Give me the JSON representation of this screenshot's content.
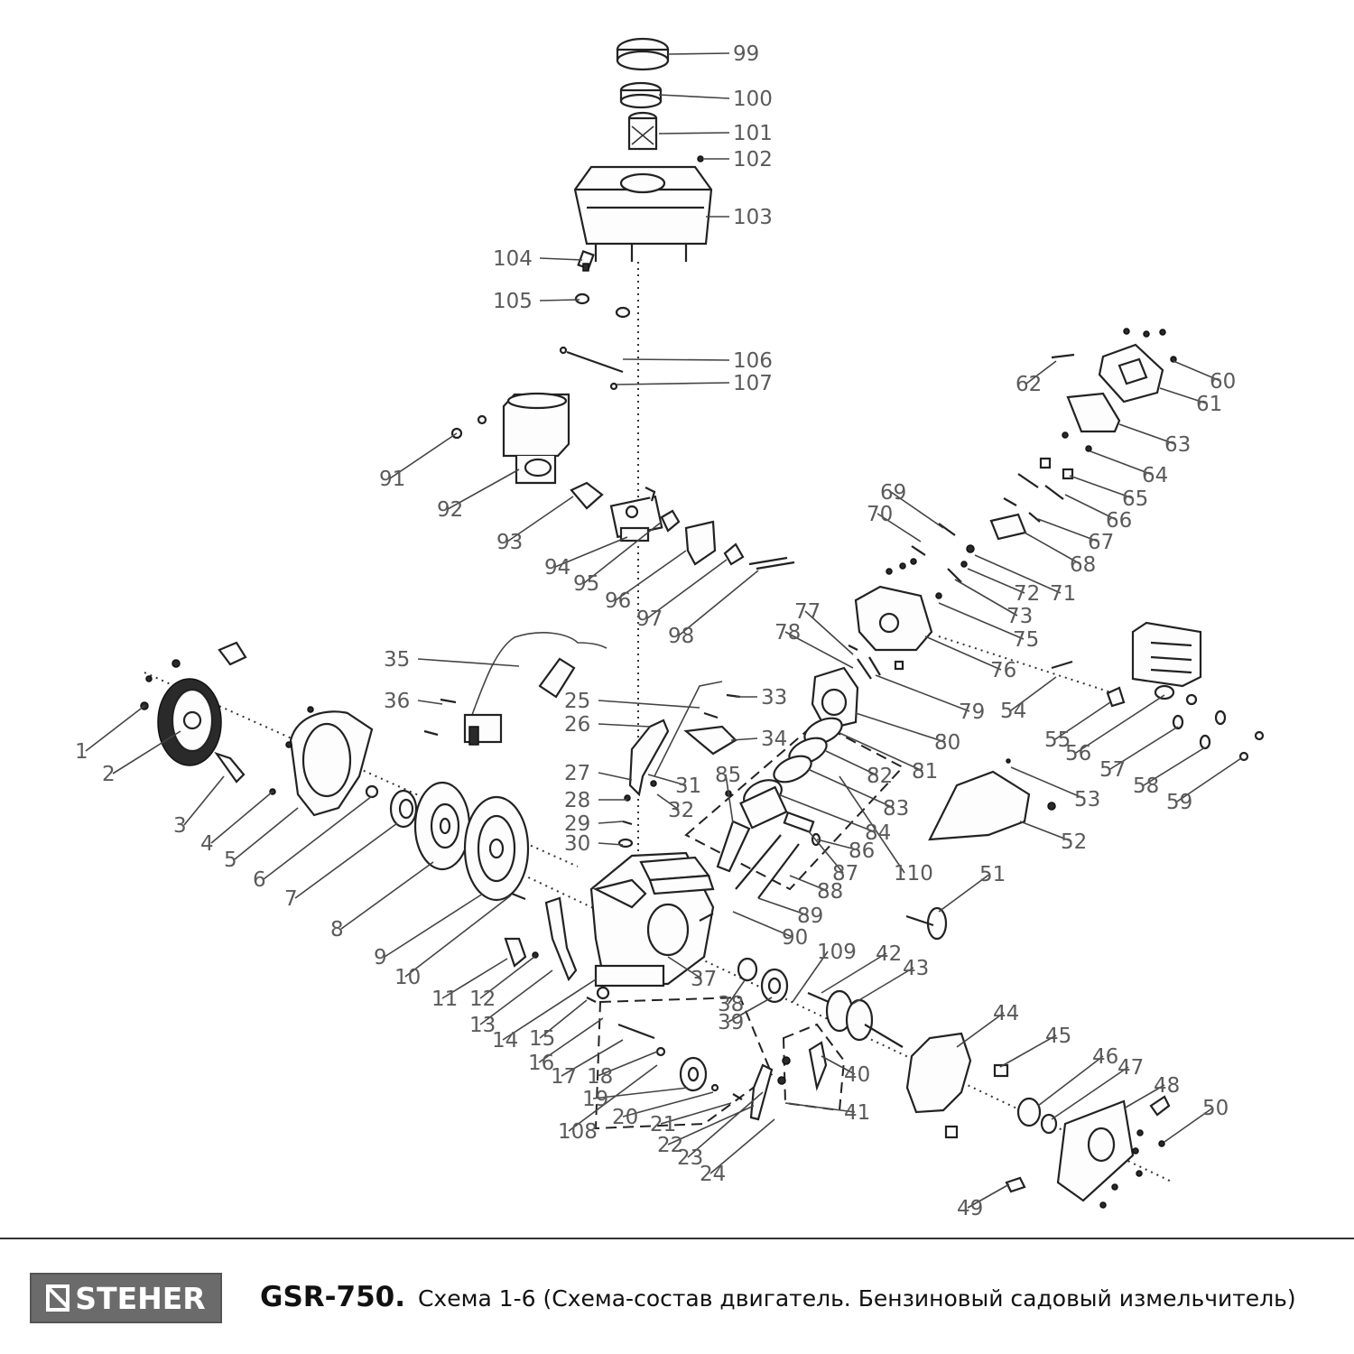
{
  "footer": {
    "brand": "STEHER",
    "model": "GSR-750.",
    "caption": "Схема 1-6 (Схема-состав двигатель. Бензиновый садовый измельчитель)"
  },
  "callouts": [
    "1",
    "2",
    "3",
    "4",
    "5",
    "6",
    "7",
    "8",
    "9",
    "10",
    "11",
    "12",
    "13",
    "14",
    "15",
    "16",
    "17",
    "18",
    "19",
    "20",
    "21",
    "22",
    "23",
    "24",
    "25",
    "26",
    "27",
    "28",
    "29",
    "30",
    "31",
    "32",
    "33",
    "34",
    "35",
    "36",
    "37",
    "38",
    "39",
    "40",
    "41",
    "42",
    "43",
    "44",
    "45",
    "46",
    "47",
    "48",
    "49",
    "50",
    "51",
    "52",
    "53",
    "54",
    "55",
    "56",
    "57",
    "58",
    "59",
    "60",
    "61",
    "62",
    "63",
    "64",
    "65",
    "66",
    "67",
    "68",
    "69",
    "70",
    "71",
    "72",
    "73",
    "75",
    "76",
    "77",
    "78",
    "79",
    "80",
    "81",
    "82",
    "83",
    "84",
    "85",
    "86",
    "87",
    "88",
    "89",
    "90",
    "91",
    "92",
    "93",
    "94",
    "95",
    "96",
    "97",
    "98",
    "99",
    "100",
    "101",
    "102",
    "103",
    "104",
    "105",
    "106",
    "107",
    "108",
    "109",
    "110"
  ]
}
